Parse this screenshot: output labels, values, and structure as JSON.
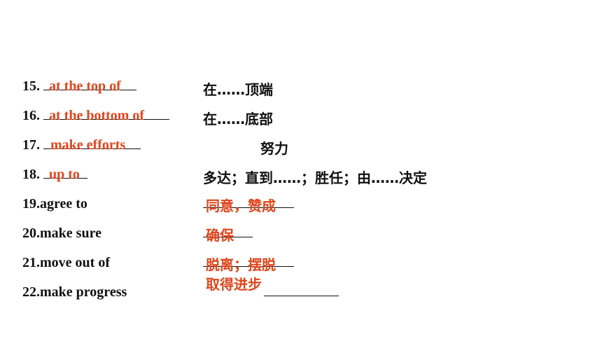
{
  "accent_color": "#e0461c",
  "items": [
    {
      "number": "15.",
      "answer": "at the top of",
      "meaning": "在……顶端"
    },
    {
      "number": "16.",
      "answer": "at the bottom of",
      "meaning": "在……底部"
    },
    {
      "number": "17.",
      "answer": "make efforts",
      "meaning": "努力"
    },
    {
      "number": "18.",
      "answer": "up to",
      "meaning": "多达；直到……；胜任；由……决定"
    },
    {
      "number": "19.",
      "phrase": "agree to",
      "answer": "同意，赞成"
    },
    {
      "number": "20.",
      "phrase": "make sure",
      "answer": "确保"
    },
    {
      "number": "21.",
      "phrase": "move out of",
      "answer": "脱离；摆脱"
    },
    {
      "number": "22.",
      "phrase": "make progress",
      "answer": "取得进步"
    }
  ]
}
